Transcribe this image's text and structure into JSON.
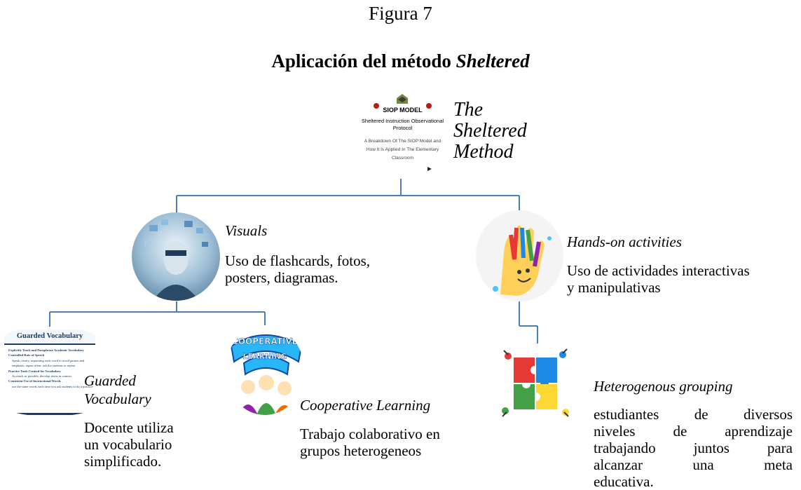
{
  "figure": {
    "caption": "Figura 7",
    "title_plain": "Aplicación del método",
    "title_italic": "Sheltered"
  },
  "root": {
    "title_lines": [
      "The",
      "Sheltered",
      "Method"
    ],
    "thumb": {
      "heading": "SIOP MODEL",
      "subtitle_lines": [
        "Sheltered Instruction Observational",
        "Protocol"
      ],
      "body_lines": [
        "A Breakdown Of The SIOP Model and",
        "How It Is Applied In The Elementary",
        "Classroom"
      ]
    }
  },
  "nodes": {
    "visuals": {
      "title": "Visuals",
      "desc_lines": [
        "Uso de flashcards, fotos,",
        "posters, diagramas."
      ]
    },
    "hands_on": {
      "title": "Hands-on activities",
      "desc_lines": [
        "Uso de actividades interactivas",
        "y manipulativas"
      ]
    },
    "guarded": {
      "title_lines": [
        "Guarded",
        "Vocabulary"
      ],
      "desc_lines": [
        "Docente utiliza",
        "un vocabulario",
        "simplificado."
      ],
      "thumb": {
        "heading": "Guarded Vocabulary",
        "items": [
          "Explicitly Teach and Paraphrase Academic Vocabulary",
          "Controlled Rate of Speech",
          "Speak clearly, separating each word to avoid pauses and emphasis; repeat often; ask the students to repeat",
          "Practice Tools Created for Vocabulary",
          "As much as possible, develop items in context",
          "Consistent Use of Instructional Words",
          "use the same words each time you ask students to do a practice"
        ]
      }
    },
    "cooperative": {
      "title": "Cooperative Learning",
      "desc_lines": [
        "Trabajo colaborativo en",
        "grupos heterogeneos"
      ],
      "thumb_text_lines": [
        "COOPERATIVE",
        "LEARNING"
      ]
    },
    "heterogenous": {
      "title": "Heterogenous grouping",
      "desc_lines": [
        "estudiantes de diversos",
        "niveles de aprendizaje",
        "trabajando juntos para",
        "alcanzar una meta",
        "educativa."
      ]
    }
  },
  "colors": {
    "connector": "#4a7fb5",
    "puzzle": [
      "#e53935",
      "#1e88e5",
      "#43a047",
      "#fdd835"
    ]
  }
}
